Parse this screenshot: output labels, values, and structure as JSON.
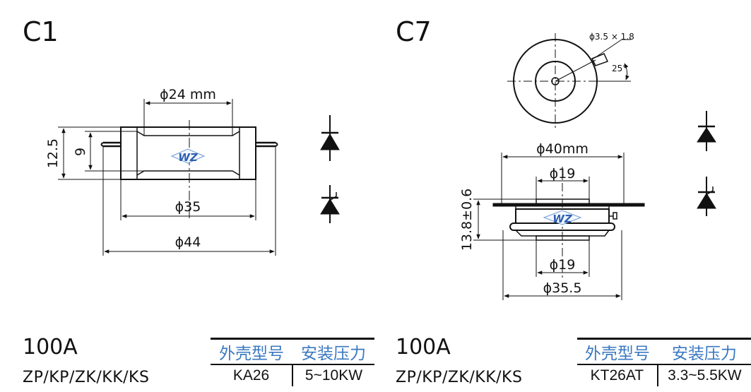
{
  "left": {
    "model": "C1",
    "dims": {
      "top_dia": "ϕ24 mm",
      "mid_dia": "ϕ35",
      "outer_dia": "ϕ44",
      "height_outer": "12.5",
      "height_inner": "9"
    },
    "current": "100A",
    "types": "ZP/KP/ZK/KK/KS",
    "table": {
      "headers": [
        "外壳型号",
        "安装压力"
      ],
      "row": [
        "KA26",
        "5~10KW"
      ]
    }
  },
  "right": {
    "model": "C7",
    "dims": {
      "lead": "ϕ3.5 × 1.8",
      "angle": "25°",
      "outer_dia": "ϕ40mm",
      "top_dia": "ϕ19",
      "height": "13.8±0.6",
      "bottom_dia": "ϕ19",
      "base_dia": "ϕ35.5"
    },
    "current": "100A",
    "types": "ZP/KP/ZK/KK/KS",
    "table": {
      "headers": [
        "外壳型号",
        "安装压力"
      ],
      "row": [
        "KT26AT",
        "3.3~5.5KW"
      ]
    }
  },
  "logo_text": "WZ",
  "colors": {
    "logo_blue": "#2d5fb0",
    "header_blue": "#3a78c0"
  }
}
